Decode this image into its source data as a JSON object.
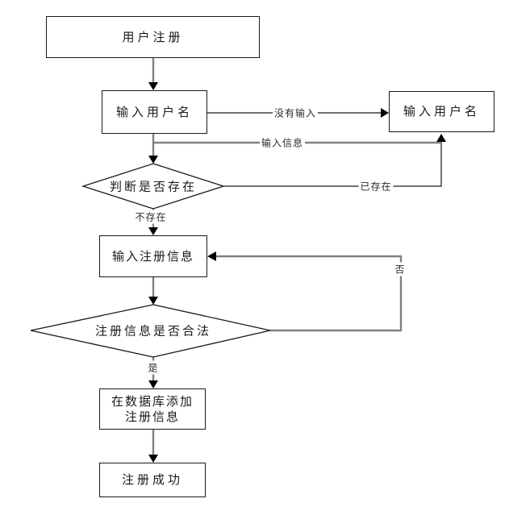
{
  "diagram": {
    "type": "flowchart",
    "background": "#ffffff",
    "colors": {
      "node_border": "#1a1a1a",
      "node_fill": "#ffffff",
      "connector_gray": "#808080",
      "connector_black": "#000000",
      "arrowhead": "#000000",
      "text": "#1a1a1a"
    },
    "nodes": {
      "start": {
        "shape": "rect",
        "label": "用户注册"
      },
      "enter_username": {
        "shape": "rect",
        "label": "输入用户名"
      },
      "enter_username_retry": {
        "shape": "rect",
        "label": "输入用户名"
      },
      "check_exists": {
        "shape": "diamond",
        "label": "判断是否存在"
      },
      "enter_reg_info": {
        "shape": "rect",
        "label": "输入注册信息"
      },
      "check_valid": {
        "shape": "diamond",
        "label": "注册信息是否合法"
      },
      "add_db": {
        "shape": "rect",
        "line1": "在数据库添加",
        "line2": "注册信息"
      },
      "success": {
        "shape": "rect",
        "label": "注册成功"
      }
    },
    "edge_labels": {
      "no_input": "没有输入",
      "input_info": "输入信息",
      "already_exists": "已存在",
      "not_exists": "不存在",
      "no": "否",
      "yes": "是"
    },
    "edges": [
      {
        "from": "start",
        "to": "enter_username",
        "label": ""
      },
      {
        "from": "enter_username",
        "to": "enter_username_retry",
        "label": "没有输入"
      },
      {
        "from": "enter_username",
        "to": "check_exists",
        "label": ""
      },
      {
        "from": "enter_username",
        "to": "enter_username_retry",
        "label": "输入信息"
      },
      {
        "from": "check_exists",
        "to": "enter_username_retry",
        "label": "已存在"
      },
      {
        "from": "check_exists",
        "to": "enter_reg_info",
        "label": "不存在"
      },
      {
        "from": "enter_reg_info",
        "to": "check_valid",
        "label": ""
      },
      {
        "from": "check_valid",
        "to": "enter_reg_info",
        "label": "否"
      },
      {
        "from": "check_valid",
        "to": "add_db",
        "label": "是"
      },
      {
        "from": "add_db",
        "to": "success",
        "label": ""
      }
    ]
  }
}
